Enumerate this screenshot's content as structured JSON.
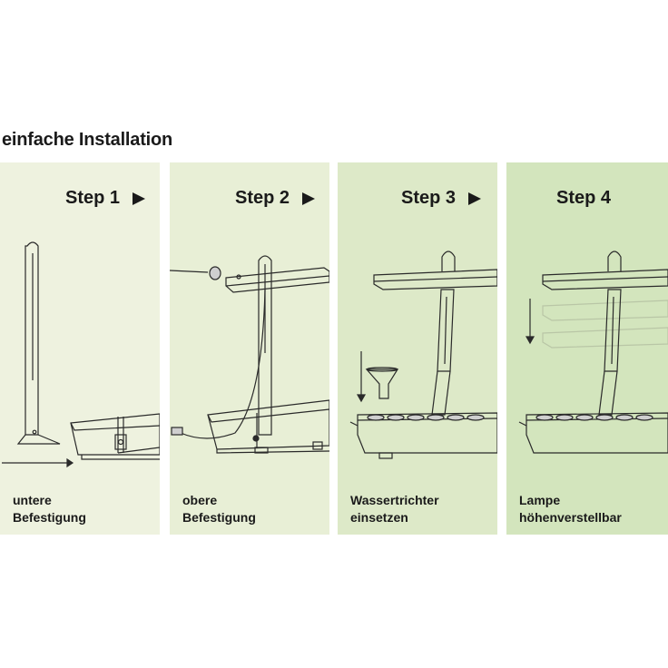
{
  "title": "einfache Installation",
  "steps": [
    {
      "label": "Step 1",
      "caption": [
        "untere",
        "Befestigung"
      ]
    },
    {
      "label": "Step 2",
      "caption": [
        "obere",
        "Befestigung"
      ]
    },
    {
      "label": "Step 3",
      "caption": [
        "Wassertrichter",
        "einsetzen"
      ]
    },
    {
      "label": "Step 4",
      "caption": [
        "Lampe",
        "höhenverstellbar"
      ]
    }
  ],
  "icons": [
    "arrow-right-icon"
  ]
}
